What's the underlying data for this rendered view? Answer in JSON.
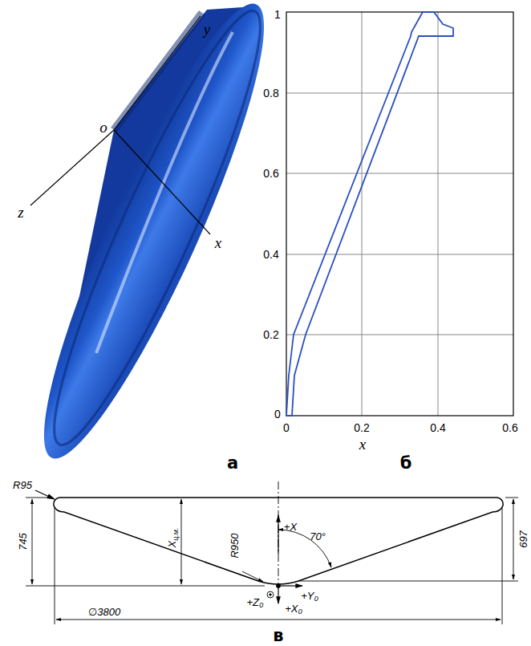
{
  "diagram": {
    "labels": [
      "y",
      "o",
      "z",
      "x",
      "а",
      "1",
      "0.8",
      "0.6",
      "0.4",
      "0.2",
      "0",
      "0",
      "0.2",
      "0.4",
      "0.6",
      "x",
      "б",
      "R95",
      "745",
      "X",
      "ц.м.",
      "+X",
      "R950",
      "70°",
      "697",
      "+Z₀",
      "+Y₀",
      "+X₀",
      "∅3800",
      "в"
    ]
  }
}
